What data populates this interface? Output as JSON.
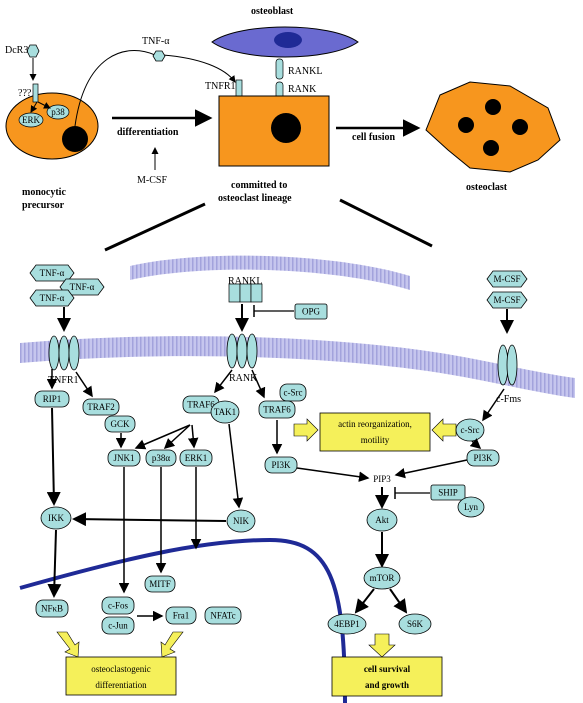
{
  "top": {
    "dcr3": "DcR3",
    "question": "???",
    "tnf": "TNF-α",
    "osteoblast": "osteoblast",
    "rankl": "RANKL",
    "rank": "RANK",
    "tnfr1": "TNFR1",
    "erk": "ERK",
    "p38": "p38",
    "differentiation": "differentiation",
    "mcsf": "M-CSF",
    "monocytic1": "monocytic",
    "monocytic2": "precursor",
    "committed1": "committed to",
    "committed2": "osteoclast lineage",
    "cell_fusion": "cell fusion",
    "osteoclast": "osteoclast"
  },
  "ligands": {
    "tnf_a1": "TNF-α",
    "tnf_a2": "TNF-α",
    "tnf_a3": "TNF-α",
    "rankl": "RANKL",
    "opg": "OPG",
    "mcsf1": "M-CSF",
    "mcsf2": "M-CSF"
  },
  "receptors": {
    "tnfr1": "TNFR1",
    "rank": "RANK",
    "cfms": "c-Fms"
  },
  "nodes": {
    "rip1": "RIP1",
    "traf2": "TRAF2",
    "gck": "GCK",
    "traf6a": "TRAF6",
    "tak1": "TAK1",
    "csrc1": "c-Src",
    "traf6b": "TRAF6",
    "jnk1": "JNK1",
    "p38a": "p38α",
    "erk1": "ERK1",
    "nik": "NIK",
    "ikk": "IKK",
    "pi3k_left": "PI3K",
    "pi3k_right": "PI3K",
    "csrc2": "c-Src",
    "pip3": "PIP3",
    "ship": "SHIP",
    "lyn": "Lyn",
    "akt": "Akt",
    "mtor": "mTOR",
    "ebp1": "4EBP1",
    "s6k": "S6K",
    "mitf": "MITF",
    "nfkb": "NFκB",
    "cfos": "c-Fos",
    "cjun": "c-Jun",
    "fra1": "Fra1",
    "nfatc": "NFATc"
  },
  "boxes": {
    "actin1": "actin reorganization,",
    "actin2": "motility",
    "osteo1": "osteoclastogenic",
    "osteo2": "differentiation",
    "surv1": "cell survival",
    "surv2": "and growth"
  },
  "colors": {
    "node_fill": "#a8dede",
    "box_fill": "#f5f05a",
    "cell_orange": "#f7961e",
    "osteoblast_fill": "#6a6ad0",
    "membrane": "#b9b9e8",
    "nucleus_line": "#1f2a96"
  }
}
